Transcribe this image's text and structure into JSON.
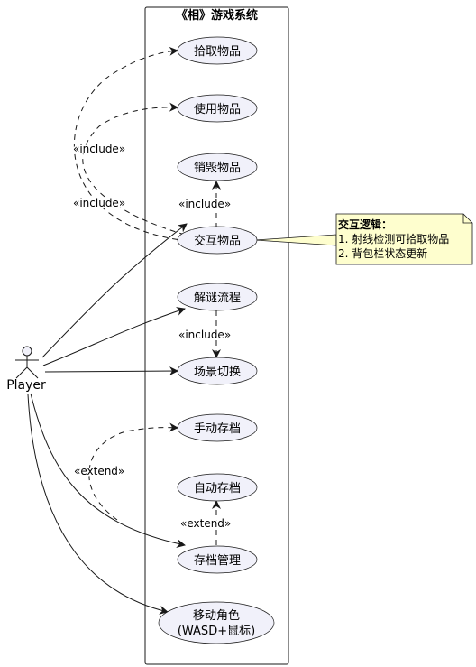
{
  "diagram": {
    "system_title": "《相》游戏系统",
    "actor": {
      "name": "Player"
    },
    "use_cases": {
      "pickup": "拾取物品",
      "use": "使用物品",
      "destroy": "销毁物品",
      "interact": "交互物品",
      "puzzle": "解谜流程",
      "scene": "场景切换",
      "manual_save": "手动存档",
      "auto_save": "自动存档",
      "save_manage": "存档管理",
      "move_line1": "移动角色",
      "move_line2": "(WASD+鼠标)"
    },
    "relation_labels": {
      "include_use": "«include»",
      "include_pickup": "«include»",
      "include_destroy": "«include»",
      "include_scene": "«include»",
      "extend_manual": "«extend»",
      "extend_auto": "«extend»"
    },
    "note": {
      "title": "交互逻辑：",
      "line1": "1. 射线检测可拾取物品",
      "line2": "2. 背包栏状态更新"
    }
  },
  "colors": {
    "usecase_fill": "#f1f1fa",
    "usecase_stroke": "#181818",
    "note_fill": "#fefece",
    "line": "#181818"
  }
}
